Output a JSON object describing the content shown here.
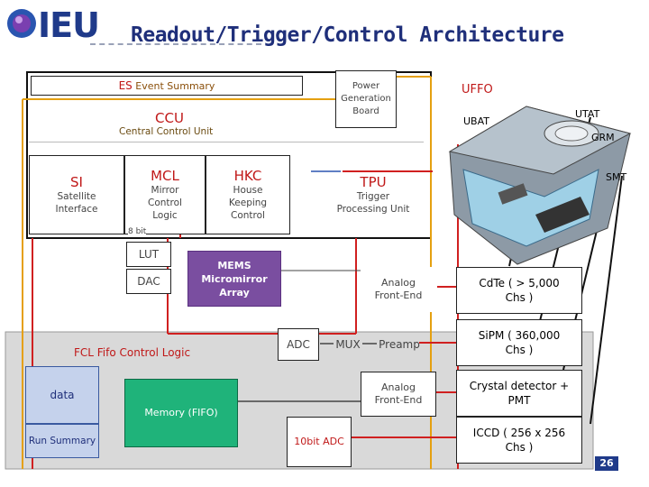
{
  "header": {
    "logo_text": "IEU",
    "title": "Readout/Trigger/Control Architecture"
  },
  "es": {
    "label_prefix": "ES",
    "label_rest": "Event Summary"
  },
  "power": {
    "label": "Power Generation Board"
  },
  "ccu": {
    "title": "CCU",
    "subtitle": "Central Control Unit"
  },
  "si": {
    "title": "SI",
    "subtitle": "Satellite Interface"
  },
  "mcl": {
    "title": "MCL",
    "subtitle": "Mirror Control Logic"
  },
  "hkc": {
    "title": "HKC",
    "subtitle": "House Keeping Control"
  },
  "tpu": {
    "title": "TPU",
    "subtitle": "Trigger Processing Unit"
  },
  "bus_note": "8 bit",
  "lut": "LUT",
  "dac": "DAC",
  "mems": "MEMS Micromirror Array",
  "fcl": "FCL Fifo Control Logic",
  "data_label": "data",
  "run_summary": "Run Summary",
  "memory": "Memory (FIFO)",
  "adc": "ADC",
  "mux": "MUX",
  "preamp": "Preamp",
  "analog_fe_1": "Analog Front-End",
  "analog_fe_2": "Analog Front-End",
  "adc10": "10bit ADC",
  "ufffo": {
    "title": "UFFO",
    "ubat": "UBAT",
    "utat": "UTAT",
    "grm": "GRM",
    "smt": "SMT"
  },
  "detectors": [
    {
      "label": "CdTe ( > 5,000 Chs )"
    },
    {
      "label": "SiPM ( 360,000 Chs )"
    },
    {
      "label": "Crystal detector + PMT"
    },
    {
      "label": "ICCD ( 256 x 256 Chs )"
    }
  ],
  "page_number": "26",
  "colors": {
    "title": "#1f2f7a",
    "red_text": "#c01818",
    "memory_green": "#1fb37a",
    "mems_purple": "#7a4ea0",
    "page_badge": "#1f3a8a"
  }
}
